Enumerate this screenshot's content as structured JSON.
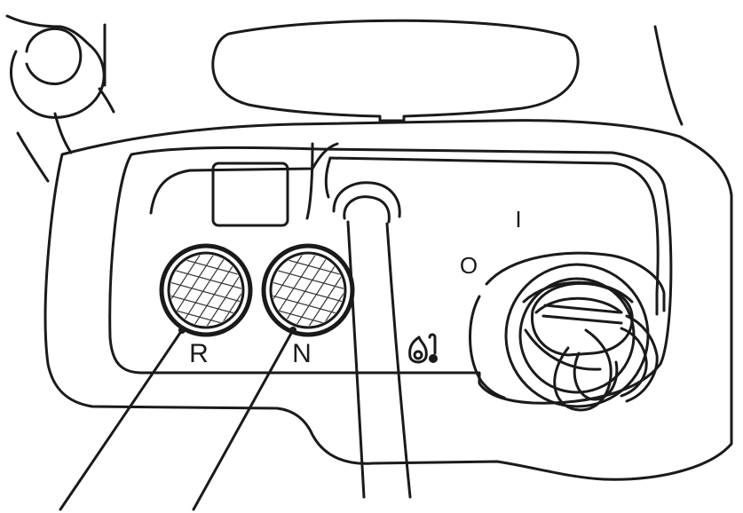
{
  "control_panel": {
    "indicators": [
      {
        "letter": "R"
      },
      {
        "letter": "N"
      }
    ],
    "switch_off_symbol": "O",
    "switch_on_symbol": "I"
  }
}
